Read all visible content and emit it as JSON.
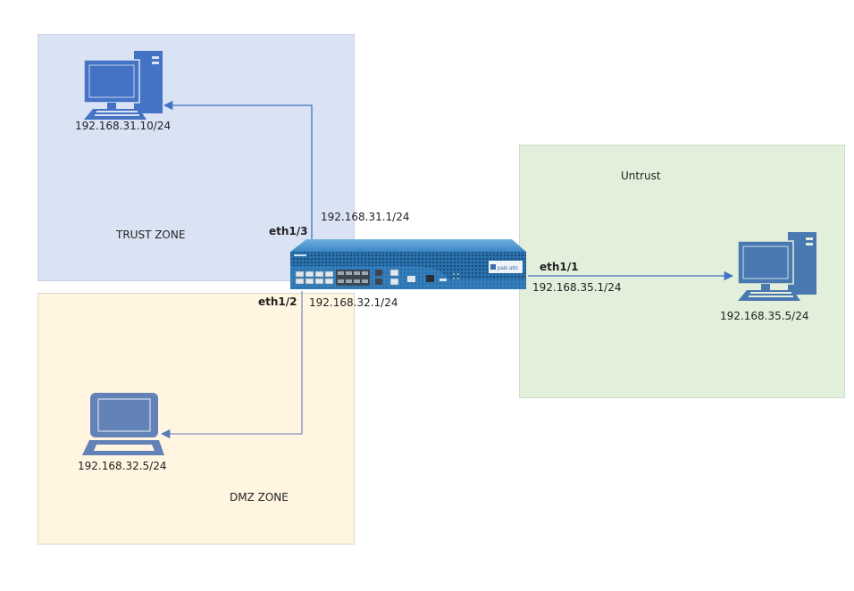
{
  "diagram": {
    "zones": {
      "trust": {
        "label": "TRUST ZONE",
        "color": "#dae3f3"
      },
      "dmz": {
        "label": "DMZ ZONE",
        "color": "#fff5e0"
      },
      "untrust": {
        "label": "Untrust",
        "color": "#e2efda"
      }
    },
    "hosts": {
      "trust_pc": {
        "icon": "desktop-computer-icon",
        "ip": "192.168.31.10/24"
      },
      "dmz_laptop": {
        "icon": "laptop-icon",
        "ip": "192.168.32.5/24"
      },
      "untrust_pc": {
        "icon": "desktop-computer-icon",
        "ip": "192.168.35.5/24"
      }
    },
    "firewall": {
      "icon": "firewall-appliance-icon",
      "vendor_badge": "palo alto",
      "interfaces": [
        {
          "name": "eth1/3",
          "ip": "192.168.31.1/24",
          "zone": "TRUST ZONE"
        },
        {
          "name": "eth1/2",
          "ip": "192.168.32.1/24",
          "zone": "DMZ ZONE"
        },
        {
          "name": "eth1/1",
          "ip": "192.168.35.1/24",
          "zone": "Untrust"
        }
      ]
    },
    "link_color": "#4472c4",
    "icon_color": "#4472c4"
  }
}
